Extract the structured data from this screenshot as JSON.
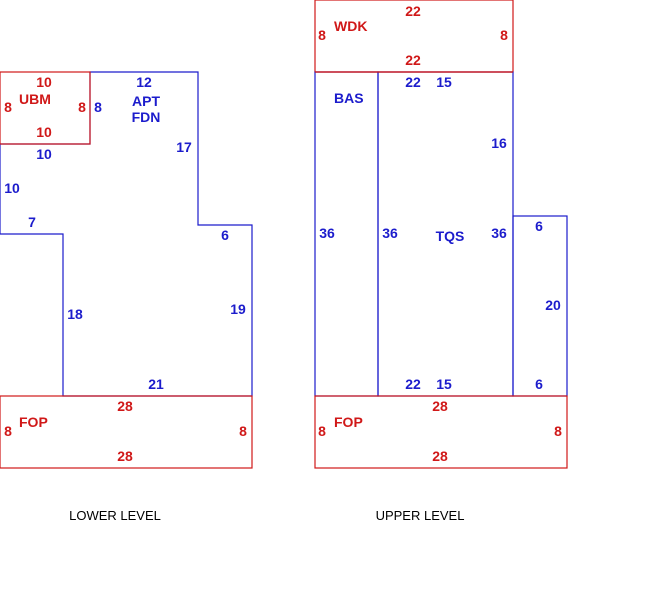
{
  "colors": {
    "blue": "#1c1ccc",
    "red": "#d01818",
    "text": "#000000"
  },
  "lower_level": {
    "caption": "LOWER LEVEL",
    "areas": {
      "ubm": "UBM",
      "apt_line1": "APT",
      "apt_line2": "FDN",
      "fop": "FOP"
    },
    "dims": {
      "ubm_top": "10",
      "ubm_left": "8",
      "ubm_right": "8",
      "ubm_bottom": "10",
      "apt_top": "12",
      "apt_inner_left": "8",
      "apt_step_top": "10",
      "apt_left": "10",
      "apt_step_left": "7",
      "apt_upper_right": "17",
      "apt_step_right": "6",
      "apt_lower_left": "18",
      "apt_lower_right": "19",
      "apt_bottom": "21",
      "fop_top": "28",
      "fop_left": "8",
      "fop_right": "8",
      "fop_bottom": "28"
    }
  },
  "upper_level": {
    "caption": "UPPER LEVEL",
    "areas": {
      "wdk": "WDK",
      "bas": "BAS",
      "tqs": "TQS",
      "fop": "FOP"
    },
    "dims": {
      "wdk_top": "22",
      "wdk_left": "8",
      "wdk_right": "8",
      "wdk_bottom": "22",
      "bas_top": "22",
      "tqs_top": "15",
      "tqs_right_upper": "16",
      "bas_left": "36",
      "bas_right": "36",
      "tqs_right": "36",
      "ext_top": "6",
      "ext_right": "20",
      "ext_bottom": "6",
      "bas_bottom": "22",
      "tqs_bottom": "15",
      "fop_top": "28",
      "fop_left": "8",
      "fop_right": "8",
      "fop_bottom": "28"
    }
  }
}
